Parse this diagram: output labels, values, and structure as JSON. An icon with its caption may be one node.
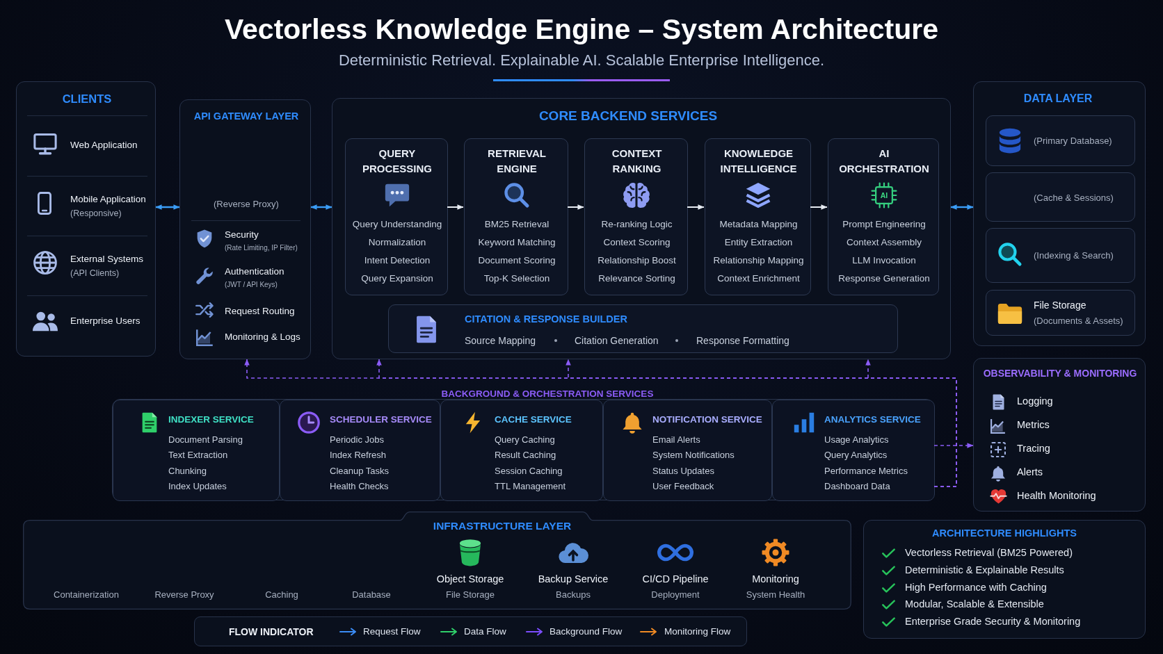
{
  "diagram": {
    "title": "Vectorless Knowledge Engine – System Architecture",
    "nodes": [
      {
        "text": [
          "CLIENTS",
          "Web Application",
          "Mobile Application",
          "(Responsive)",
          "External Systems",
          "(API Clients)",
          "Enterprise Users"
        ]
      },
      {
        "text": [
          "API GATEWAY LAYER",
          "(Reverse Proxy)",
          "Security",
          "(Rate Limiting, IP Filter)",
          "Authentication",
          "(JWT / API Keys)",
          "Request Routing",
          "Monitoring & Logs"
        ]
      },
      {
        "text": [
          "CORE BACKEND SERVICES"
        ]
      },
      {
        "text": [
          "QUERY PROCESSING",
          "Query Understanding",
          "Normalization",
          "Intent Detection",
          "Query Expansion"
        ],
        "in": 2
      },
      {
        "text": [
          "RETRIEVAL ENGINE",
          "BM25 Retrieval",
          "Keyword Matching",
          "Document Scoring",
          "Top-K Selection"
        ],
        "in": 2
      },
      {
        "text": [
          "CONTEXT RANKING",
          "Re-ranking Logic",
          "Context Scoring",
          "Relationship Boost",
          "Relevance Sorting"
        ],
        "in": 2
      },
      {
        "text": [
          "KNOWLEDGE INTELLIGENCE",
          "Metadata Mapping",
          "Entity Extraction",
          "Relationship Mapping",
          "Context Enrichment"
        ],
        "in": 2
      },
      {
        "text": [
          "AI ORCHESTRATION",
          "Prompt Engineering",
          "Context Assembly",
          "LLM Invocation",
          "Response Generation"
        ],
        "in": 2
      },
      {
        "text": [
          "CITATION & RESPONSE BUILDER",
          "Source Mapping",
          "Citation Generation",
          "Response Formatting"
        ],
        "in": 2
      },
      {
        "text": [
          "DATA LAYER"
        ]
      },
      {
        "text": [
          "(Primary Database)"
        ],
        "in": 9
      },
      {
        "text": [
          "(Cache & Sessions)"
        ],
        "in": 9
      },
      {
        "text": [
          "(Indexing & Search)"
        ],
        "in": 9
      },
      {
        "text": [
          "File Storage",
          "(Documents & Assets)"
        ],
        "in": 9
      },
      {
        "text": [
          "OBSERVABILITY & MONITORING",
          "Logging",
          "Metrics",
          "Tracing",
          "Alerts",
          "Health Monitoring"
        ]
      },
      {
        "text": [
          "BACKGROUND & ORCHESTRATION SERVICES"
        ]
      },
      {
        "text": [
          "INDEXER SERVICE",
          "Document Parsing",
          "Text Extraction",
          "Chunking",
          "Index Updates"
        ],
        "in": 15
      },
      {
        "text": [
          "SCHEDULER SERVICE",
          "Periodic Jobs",
          "Index Refresh",
          "Cleanup Tasks",
          "Health Checks"
        ],
        "in": 15
      },
      {
        "text": [
          "CACHE SERVICE",
          "Query Caching",
          "Result Caching",
          "Session Caching",
          "TTL Management"
        ],
        "in": 15
      },
      {
        "text": [
          "NOTIFICATION SERVICE",
          "Email Alerts",
          "System Notifications",
          "Status Updates",
          "User Feedback"
        ],
        "in": 15
      },
      {
        "text": [
          "ANALYTICS SERVICE",
          "Usage Analytics",
          "Query Analytics",
          "Performance Metrics",
          "Dashboard Data"
        ],
        "in": 15
      },
      {
        "text": [
          "INFRASTRUCTURE LAYER",
          "Containerization",
          "Reverse Proxy",
          "Caching",
          "Database",
          "Object Storage",
          "File Storage",
          "Backup Service",
          "Backups",
          "CI/CD Pipeline",
          "Deployment",
          "Monitoring",
          "System Health"
        ]
      },
      {
        "text": [
          "ARCHITECTURE HIGHLIGHTS",
          "Vectorless Retrieval (BM25 Powered)",
          "Deterministic & Explainable Results",
          "High Performance with Caching",
          "Modular, Scalable & Extensible",
          "Enterprise Grade Security & Monitoring"
        ]
      }
    ],
    "edges": [
      {
        "from": 0,
        "to": 1,
        "arrow": "both",
        "color": "#3b9cf5"
      },
      {
        "from": 1,
        "to": 2,
        "arrow": "both",
        "color": "#3b9cf5"
      },
      {
        "from": 2,
        "to": 9,
        "arrow": "both",
        "color": "#3b9cf5"
      },
      {
        "from": 3,
        "to": 4,
        "arrow": "to",
        "color": "#e6ebf2"
      },
      {
        "from": 4,
        "to": 5,
        "arrow": "to",
        "color": "#e6ebf2"
      },
      {
        "from": 5,
        "to": 6,
        "arrow": "to",
        "color": "#e6ebf2"
      },
      {
        "from": 6,
        "to": 7,
        "arrow": "to",
        "color": "#e6ebf2"
      },
      {
        "from": 15,
        "to": 1,
        "arrow": "to",
        "style": "dashed"
      },
      {
        "from": 15,
        "to": 2,
        "arrow": "to",
        "style": "dashed"
      },
      {
        "from": 15,
        "to": 2,
        "arrow": "to",
        "style": "dashed"
      },
      {
        "from": 15,
        "to": 2,
        "arrow": "to",
        "style": "dashed"
      },
      {
        "from": 20,
        "to": 14,
        "arrow": "to",
        "style": "dashed"
      }
    ],
    "labels": [
      "Deterministic Retrieval. Explainable AI. Scalable Enterprise Intelligence.",
      "AI",
      "FLOW INDICATOR"
    ],
    "legend": [
      {
        "text": "Request Flow"
      },
      {
        "text": "Data Flow"
      },
      {
        "text": "Background Flow"
      },
      {
        "text": "Monitoring Flow"
      }
    ]
  }
}
